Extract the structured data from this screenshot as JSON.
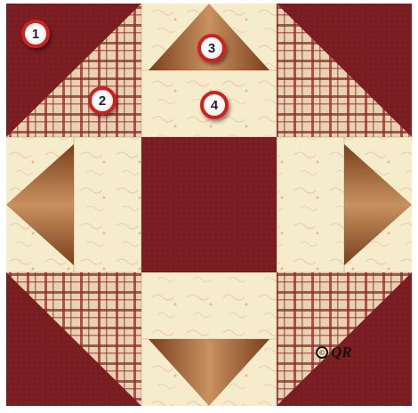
{
  "badges": [
    {
      "label": "1"
    },
    {
      "label": "2"
    },
    {
      "label": "3"
    },
    {
      "label": "4"
    }
  ],
  "watermark": {
    "copyright": "©",
    "initials": "QR"
  },
  "colors": {
    "maroon": "#7c1f22",
    "cream": "#f5eccb",
    "plaid_base": "#e7d2b3",
    "plaid_stripe": "#8e2a26",
    "brown_light": "#c8915e",
    "brown_dark": "#7a3f1d",
    "badge_ring": "#d11f1f"
  }
}
